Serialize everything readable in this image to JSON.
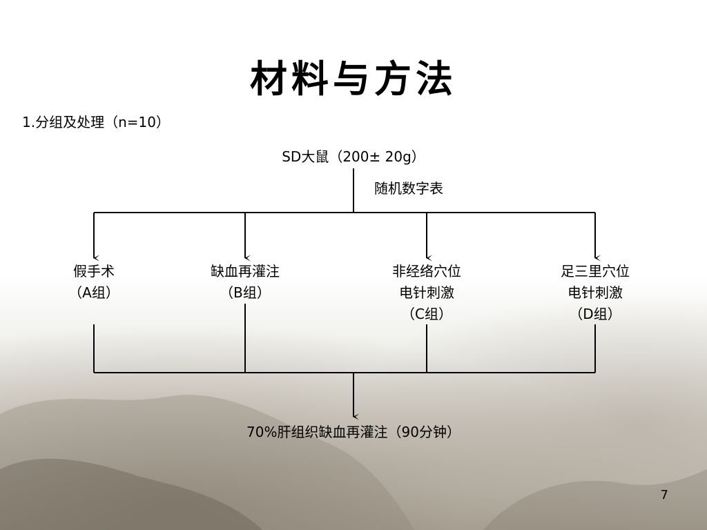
{
  "slide": {
    "title": "材料与方法",
    "subtitle": "1.分组及处理（n=10）",
    "page_number": "7"
  },
  "flowchart": {
    "root": "SD大鼠（200± 20g）",
    "randomization": "随机数字表",
    "groups": [
      {
        "line1": "假手术",
        "line2": "（A组）",
        "line3": ""
      },
      {
        "line1": "缺血再灌注",
        "line2": "（B组）",
        "line3": ""
      },
      {
        "line1": "非经络穴位",
        "line2": "电针刺激",
        "line3": "（C组）"
      },
      {
        "line1": "足三里穴位",
        "line2": "电针刺激",
        "line3": "（D组）"
      }
    ],
    "outcome": "70%肝组织缺血再灌注（90分钟）"
  }
}
